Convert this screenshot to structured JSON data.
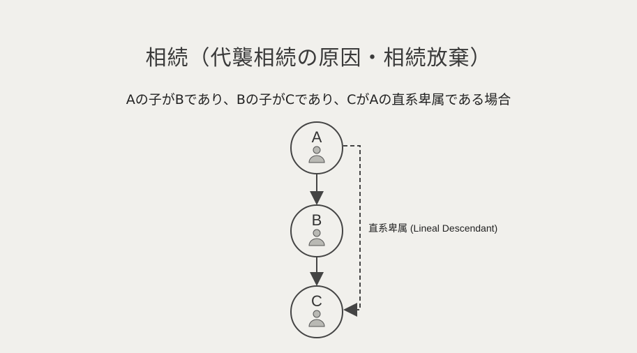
{
  "title": "相続（代襲相続の原因・相続放棄）",
  "subtitle": "Aの子がBであり、Bの子がCであり、CがAの直系卑属である場合",
  "nodes": [
    {
      "label": "A",
      "icon": "person-icon"
    },
    {
      "label": "B",
      "icon": "person-icon"
    },
    {
      "label": "C",
      "icon": "person-icon"
    }
  ],
  "relation_label": "直系卑属 (Lineal Descendant)",
  "colors": {
    "background": "#f1f0ec",
    "stroke": "#444444",
    "person": "#b9b9b4"
  }
}
